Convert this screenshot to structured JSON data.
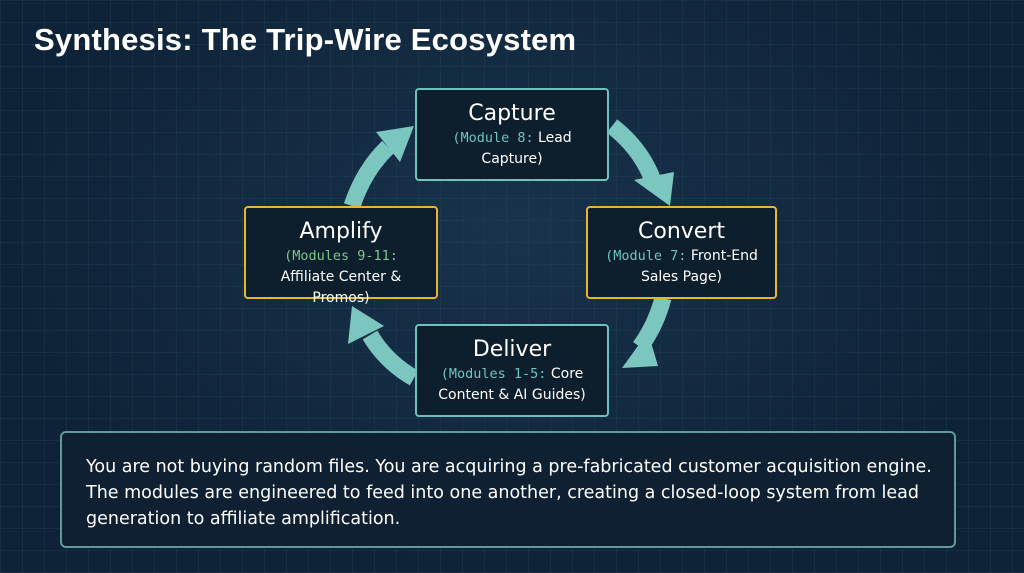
{
  "title": "Synthesis: The Trip-Wire Ecosystem",
  "colors": {
    "background": "#0f2338",
    "teal": "#6cc2bd",
    "gold": "#e9b52e",
    "arrow": "#7cc6c0"
  },
  "nodes": {
    "capture": {
      "name": "Capture",
      "module": "(Module 8:",
      "desc": "Lead Capture)",
      "border": "teal"
    },
    "convert": {
      "name": "Convert",
      "module": "(Module 7:",
      "desc": "Front-End Sales Page)",
      "border": "gold"
    },
    "deliver": {
      "name": "Deliver",
      "module": "(Modules 1-5:",
      "desc": "Core Content & AI Guides)",
      "border": "teal"
    },
    "amplify": {
      "name": "Amplify",
      "module": "(Modules 9-11:",
      "desc": "Affiliate Center & Promos)",
      "border": "gold"
    }
  },
  "flow": [
    "Capture",
    "Convert",
    "Deliver",
    "Amplify",
    "Capture"
  ],
  "summary": "You are not buying random files. You are acquiring a pre-fabricated customer acquisition engine. The modules are engineered to feed into one another, creating a closed-loop system from lead generation to affiliate amplification."
}
